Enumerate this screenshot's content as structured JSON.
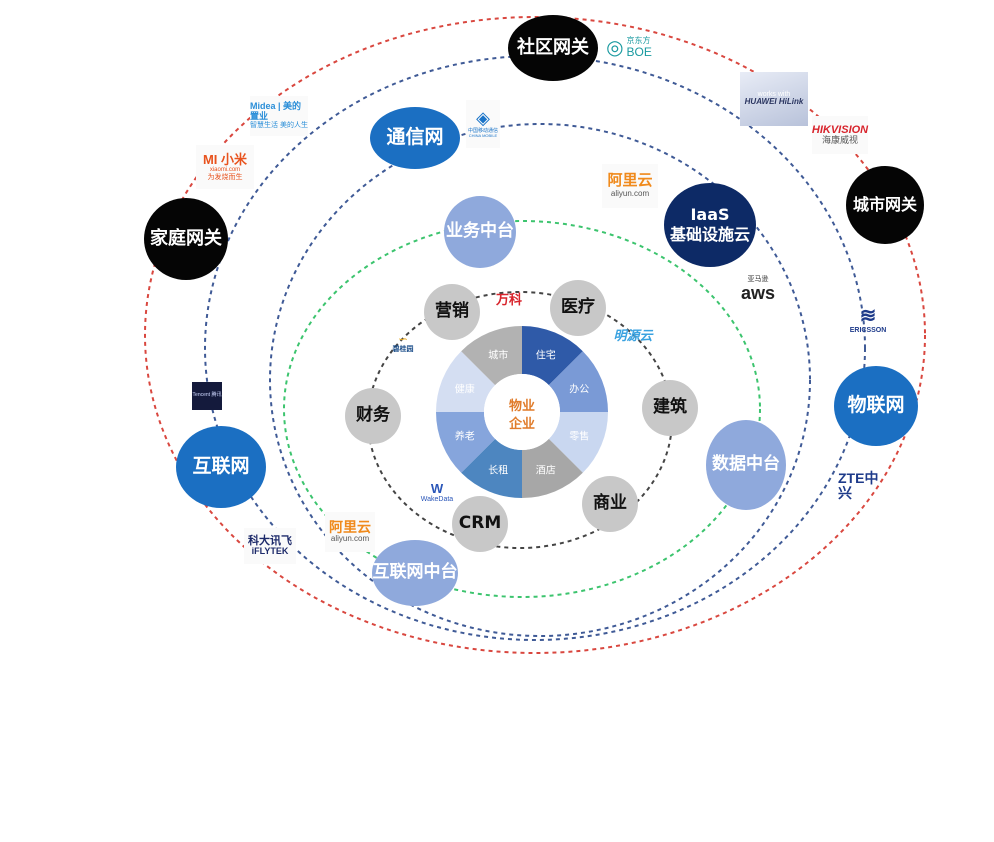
{
  "diagram": {
    "center": {
      "label_line1": "物业",
      "label_line2": "企业",
      "segments": [
        {
          "label": "住宅",
          "color": "#2f5aa8"
        },
        {
          "label": "办公",
          "color": "#7a9ad6"
        },
        {
          "label": "零售",
          "color": "#c9d7f0"
        },
        {
          "label": "酒店",
          "color": "#a7a7a7"
        },
        {
          "label": "长租",
          "color": "#4d86c0"
        },
        {
          "label": "养老",
          "color": "#86a5dc"
        },
        {
          "label": "健康",
          "color": "#d4def2"
        },
        {
          "label": "城市",
          "color": "#b2b2b2"
        }
      ]
    },
    "inner_ring": {
      "nodes": [
        "营销",
        "医疗",
        "建筑",
        "商业",
        "CRM",
        "财务"
      ],
      "logos": [
        "万科",
        "明源云",
        "WakeData",
        "碧桂园"
      ]
    },
    "middle_platform_ring": {
      "nodes": [
        "业务中台",
        "数据中台",
        "互联网中台"
      ],
      "logos": [
        {
          "main": "阿里云",
          "sub": "aliyun.com"
        },
        {
          "main": "阿里云",
          "sub": "aliyun.com"
        }
      ]
    },
    "infrastructure_ring": {
      "nodes": [
        "IaaS",
        "基础设施云"
      ],
      "logos": [
        {
          "main": "aws",
          "sub": "亚马逊"
        }
      ]
    },
    "network_ring": {
      "nodes": [
        "通信网",
        "物联网",
        "互联网"
      ],
      "logos": [
        {
          "main": "中国移动通信",
          "sub": "CHINA MOBILE"
        },
        {
          "main": "ERICSSON",
          "sub": ""
        },
        {
          "main": "ZTE中兴",
          "sub": ""
        },
        {
          "main": "科大讯飞",
          "sub": "iFLYTEK"
        },
        {
          "main": "Tencent 腾讯",
          "sub": ""
        }
      ]
    },
    "gateway_ring": {
      "nodes": [
        "社区网关",
        "城市网关",
        "家庭网关"
      ],
      "logos": [
        {
          "main": "京东方",
          "sub": "BOE"
        },
        {
          "main": "HUAWEI HiLink",
          "sub": "works with"
        },
        {
          "main": "HIKVISION",
          "sub": "海康威视"
        },
        {
          "main": "Midea | 美的置业",
          "sub": "智慧生活 美的人生"
        },
        {
          "main": "MI 小米",
          "sub": "xiaomi.com"
        },
        {
          "main": "",
          "sub": "为发烧而生"
        }
      ]
    },
    "colors": {
      "gateway_ring": "#d9473f",
      "network_ring": "#3f5a96",
      "infra_ring": "#3f5a96",
      "platform_ring": "#3cc46e",
      "inner_ring": "#444444"
    }
  }
}
